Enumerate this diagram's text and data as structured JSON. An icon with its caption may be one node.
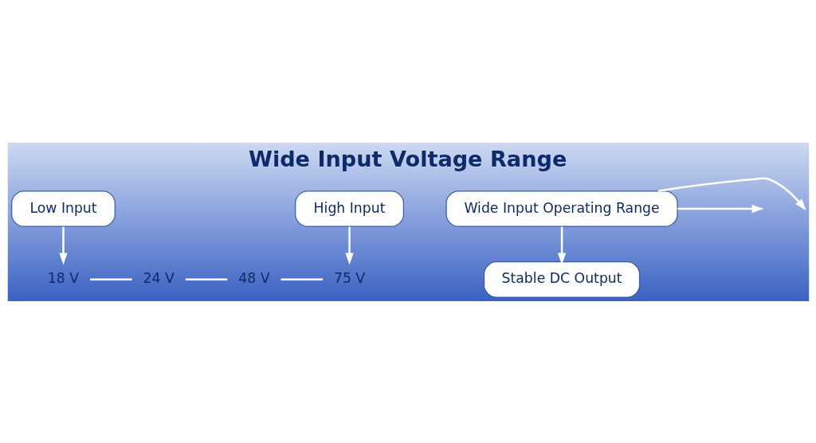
{
  "diagram": {
    "title": "Wide Input Voltage Range",
    "nodes": [
      {
        "text": [
          "Low Input"
        ]
      },
      {
        "text": [
          "High Input"
        ]
      },
      {
        "text": [
          "18 V"
        ]
      },
      {
        "text": [
          "24 V"
        ]
      },
      {
        "text": [
          "48 V"
        ]
      },
      {
        "text": [
          "75 V"
        ]
      },
      {
        "text": [
          "Wide Input Operating Range"
        ]
      },
      {
        "text": [
          "Stable DC Output"
        ]
      }
    ],
    "edges": [
      {
        "from": 0,
        "to": 2,
        "arrow": "to"
      },
      {
        "from": 1,
        "to": 5,
        "arrow": "to"
      },
      {
        "from": 2,
        "to": 3,
        "arrow": "none"
      },
      {
        "from": 3,
        "to": 4,
        "arrow": "none"
      },
      {
        "from": 4,
        "to": 5,
        "arrow": "none"
      },
      {
        "from": 6,
        "to": null,
        "arrow": "to"
      },
      {
        "from": 6,
        "to": null,
        "arrow": "to"
      },
      {
        "from": 6,
        "to": 7,
        "arrow": "to"
      }
    ]
  }
}
